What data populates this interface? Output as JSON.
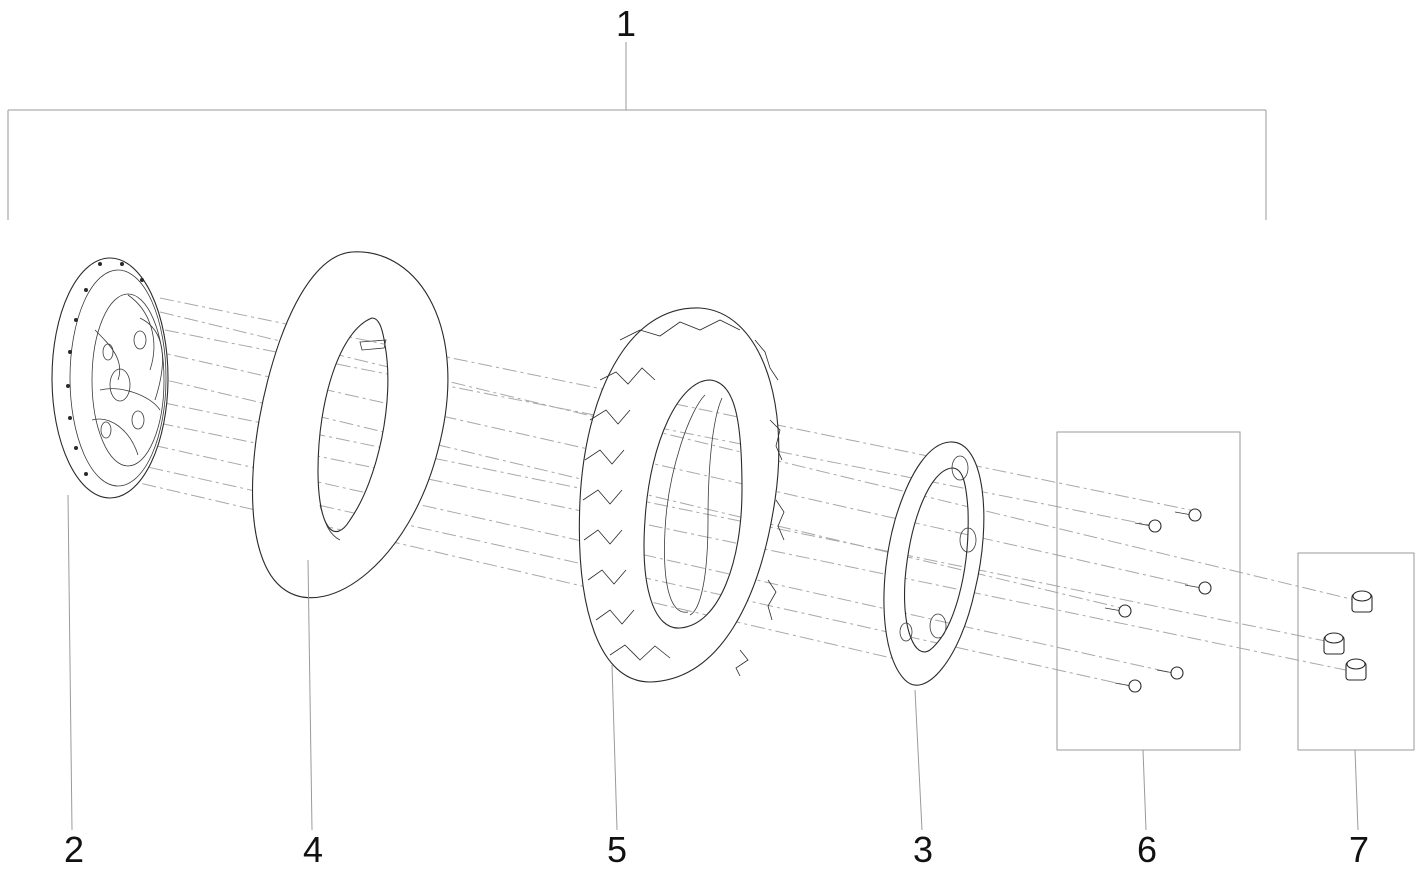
{
  "callouts": {
    "c1": "1",
    "c2": "2",
    "c3": "3",
    "c4": "4",
    "c5": "5",
    "c6": "6",
    "c7": "7"
  },
  "colors": {
    "line": "#2a2a2a",
    "leader": "#9a9a9a",
    "background": "#ffffff"
  }
}
